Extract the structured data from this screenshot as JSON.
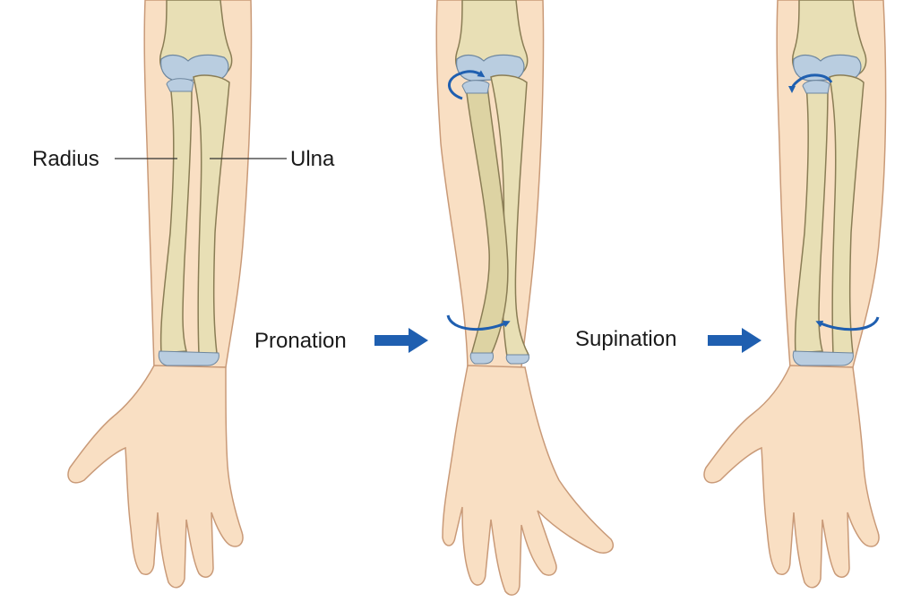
{
  "labels": {
    "radius": "Radius",
    "ulna": "Ulna",
    "pronation": "Pronation",
    "supination": "Supination"
  },
  "colors": {
    "skin": "#f9dfc3",
    "skin_outline": "#c99a78",
    "bone": "#e8dfb5",
    "bone_shadow": "#c9bd8a",
    "bone_outline": "#8a7d55",
    "cartilage": "#b9cde0",
    "arrow_blue": "#1f5fb0",
    "text": "#1a1a1a"
  },
  "panels": [
    {
      "name": "neutral-arm",
      "rotation_arrows": false
    },
    {
      "name": "pronated-arm",
      "rotation_arrows": true
    },
    {
      "name": "supinated-arm",
      "rotation_arrows": true
    }
  ]
}
